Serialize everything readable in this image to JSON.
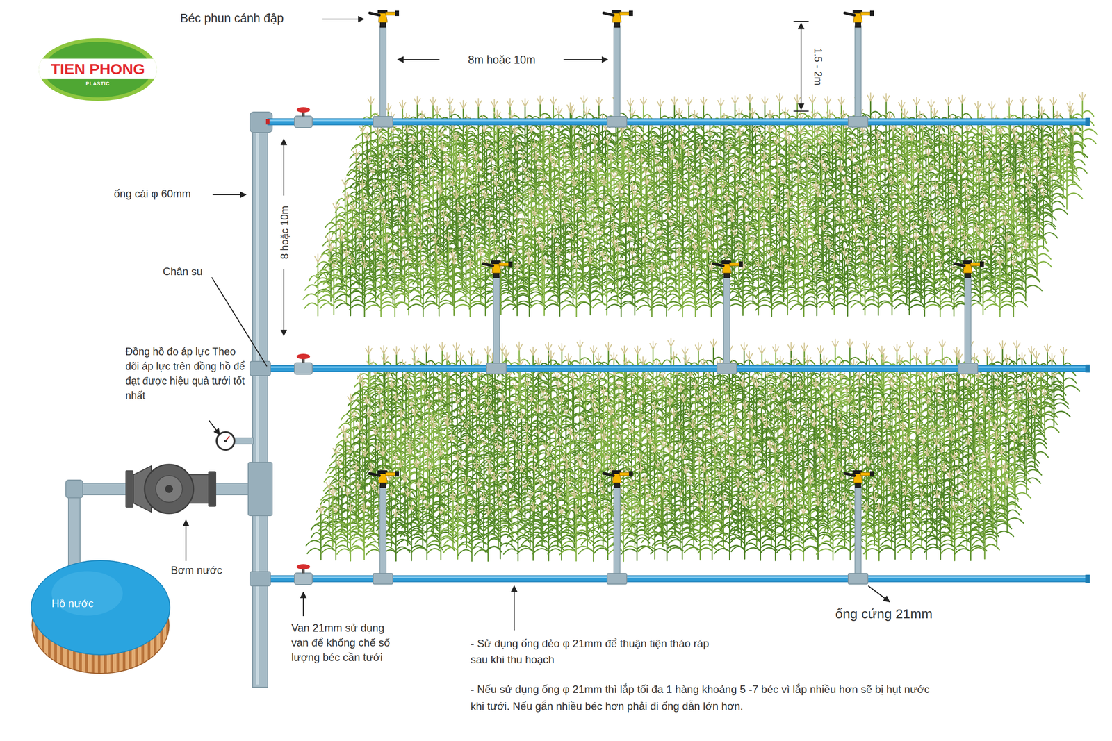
{
  "diagram": {
    "nodes": [
      {
        "text": [
          "TIEN PHONG",
          "PLASTIC"
        ]
      },
      {
        "text": [
          "Hồ nước"
        ]
      }
    ],
    "labels": [
      "Béc phun cánh đập",
      "8m hoặc 10m",
      "1.5 - 2m",
      "ống cái φ 60mm",
      "8 hoặc 10m",
      "Chân su",
      "Đồng hồ đo áp lực Theo dõi áp lực trên đồng hồ để đạt được hiệu quả tưới tốt nhất",
      "Bơm nước",
      "Van 21mm sử dụng van để khống chế số lượng béc cần tưới",
      "- Sử dụng ống dẻo φ 21mm để thuận tiện tháo ráp sau khi thu hoạch",
      "- Nếu sử dụng ống φ 21mm thì lắp tối đa 1 hàng khoảng 5 -7 béc vì lắp nhiều hơn sẽ bị hụt nước khi tưới. Nếu gắn nhiều béc hơn phải đi ống dẫn lớn hơn.",
      "ống cứng 21mm"
    ]
  }
}
